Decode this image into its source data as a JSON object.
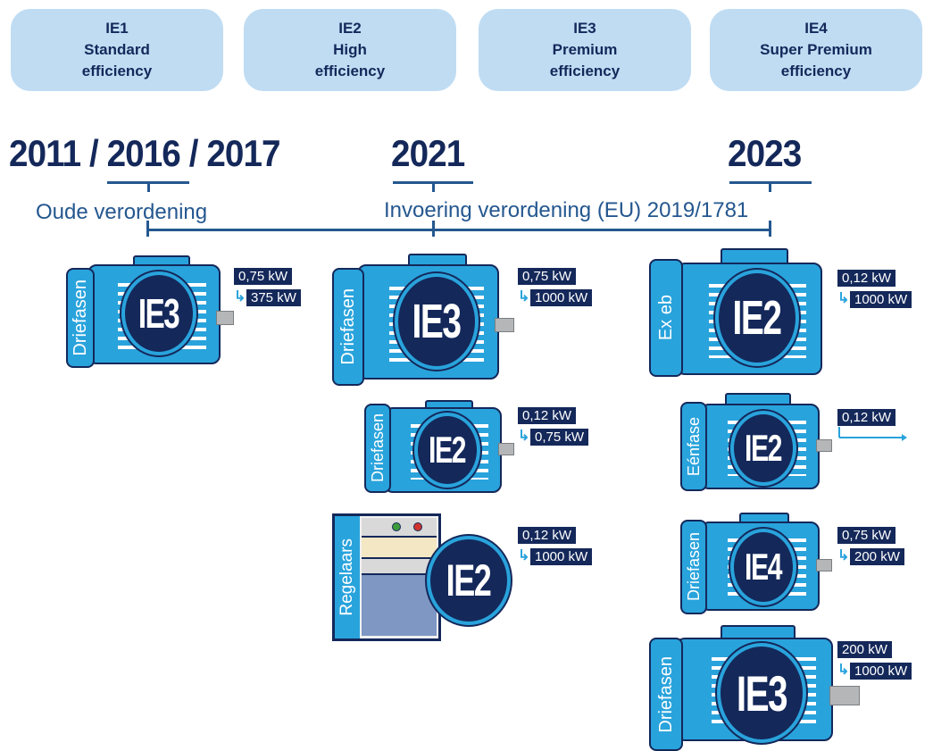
{
  "classes": [
    {
      "code": "IE1",
      "name": "Standard",
      "suffix": "efficiency"
    },
    {
      "code": "IE2",
      "name": "High",
      "suffix": "efficiency"
    },
    {
      "code": "IE3",
      "name": "Premium",
      "suffix": "efficiency"
    },
    {
      "code": "IE4",
      "name": "Super Premium",
      "suffix": "efficiency"
    }
  ],
  "timeline": {
    "year1": "2011 / 2016 / 2017",
    "year2": "2021",
    "year3": "2023",
    "reg_old": "Oude verordening",
    "reg_new": "Invoering verordening (EU) 2019/1781"
  },
  "colors": {
    "navy": "#14285a",
    "blue": "#29a3dc",
    "light": "#bfdcf3",
    "text": "#24578f"
  },
  "motors": {
    "m1": {
      "label": "Driefasen",
      "class": "IE3",
      "from": "0,75 kW",
      "to": "375 kW"
    },
    "m2": {
      "label": "Driefasen",
      "class": "IE3",
      "from": "0,75 kW",
      "to": "1000 kW"
    },
    "m3": {
      "label": "Driefasen",
      "class": "IE2",
      "from": "0,12 kW",
      "to": "0,75 kW"
    },
    "m4": {
      "label": "Regelaars",
      "class": "IE2",
      "from": "0,12 kW",
      "to": "1000 kW"
    },
    "m5": {
      "label": "Ex eb",
      "class": "IE2",
      "from": "0,12 kW",
      "to": "1000 kW"
    },
    "m6": {
      "label": "Eénfase",
      "class": "IE2",
      "from": "0,12 kW",
      "to": ""
    },
    "m7": {
      "label": "Driefasen",
      "class": "IE4",
      "from": "0,75 kW",
      "to": "200 kW"
    },
    "m8": {
      "label": "Driefasen",
      "class": "IE3",
      "from": "200 kW",
      "to": "1000 kW"
    }
  }
}
